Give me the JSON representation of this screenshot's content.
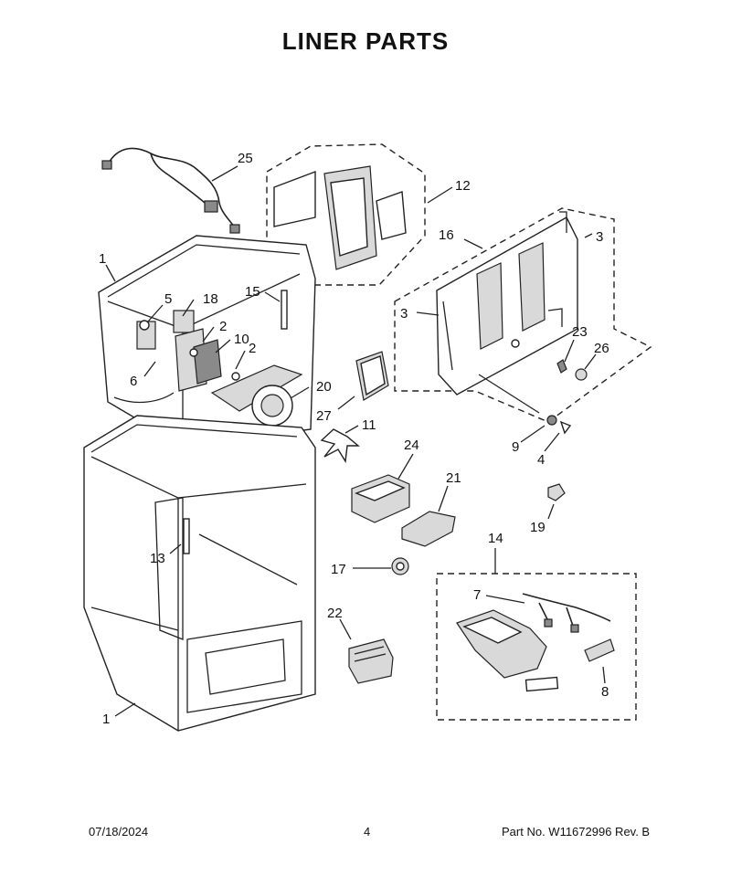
{
  "title": "LINER PARTS",
  "footer": {
    "date": "07/18/2024",
    "page": "4",
    "part": "Part No.  W11672996  Rev.  B"
  },
  "callouts": {
    "c1a": "1",
    "c1b": "1",
    "c2a": "2",
    "c2b": "2",
    "c3a": "3",
    "c3b": "3",
    "c4": "4",
    "c5": "5",
    "c6": "6",
    "c7": "7",
    "c8": "8",
    "c9": "9",
    "c10": "10",
    "c11": "11",
    "c12": "12",
    "c13": "13",
    "c14": "14",
    "c15": "15",
    "c16": "16",
    "c17": "17",
    "c18": "18",
    "c19": "19",
    "c20": "20",
    "c21": "21",
    "c22": "22",
    "c23": "23",
    "c24": "24",
    "c25": "25",
    "c26": "26",
    "c27": "27"
  }
}
